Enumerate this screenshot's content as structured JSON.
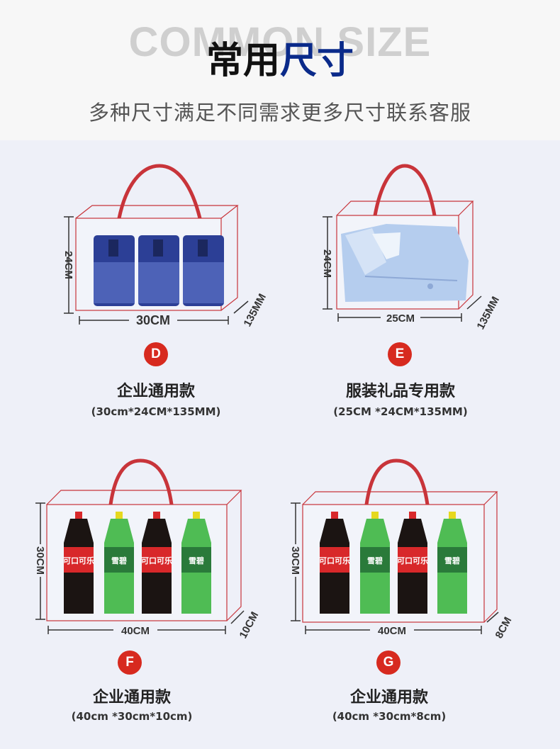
{
  "header": {
    "bg_text": "COMMON SIZE",
    "title_main": "常用",
    "title_accent": "尺寸",
    "subtitle": "多种尺寸满足不同需求更多尺寸联系客服"
  },
  "colors": {
    "badge": "#d72a1f",
    "bag_outline": "#c8343a",
    "title_accent": "#0a2a8a",
    "background": "#eef0f8"
  },
  "products": [
    {
      "letter": "D",
      "name": "企业通用款",
      "spec": "(30cm*24CM*135MM)",
      "width_label": "30CM",
      "height_label": "24CM",
      "depth_label": "135MM",
      "contents": "tea-cans-icon"
    },
    {
      "letter": "E",
      "name": "服装礼品专用款",
      "spec": "(25CM *24CM*135MM)",
      "width_label": "25CM",
      "height_label": "24CM",
      "depth_label": "135MM",
      "contents": "shirt-icon"
    },
    {
      "letter": "F",
      "name": "企业通用款",
      "spec": "(40cm *30cm*10cm)",
      "width_label": "40CM",
      "height_label": "30CM",
      "depth_label": "10CM",
      "contents": "soda-bottles-icon"
    },
    {
      "letter": "G",
      "name": "企业通用款",
      "spec": "(40cm *30cm*8cm)",
      "width_label": "40CM",
      "height_label": "30CM",
      "depth_label": "8CM",
      "contents": "soda-bottles-icon"
    }
  ],
  "bottle_labels": {
    "cola": "可口可乐",
    "sprite": "雪碧"
  }
}
